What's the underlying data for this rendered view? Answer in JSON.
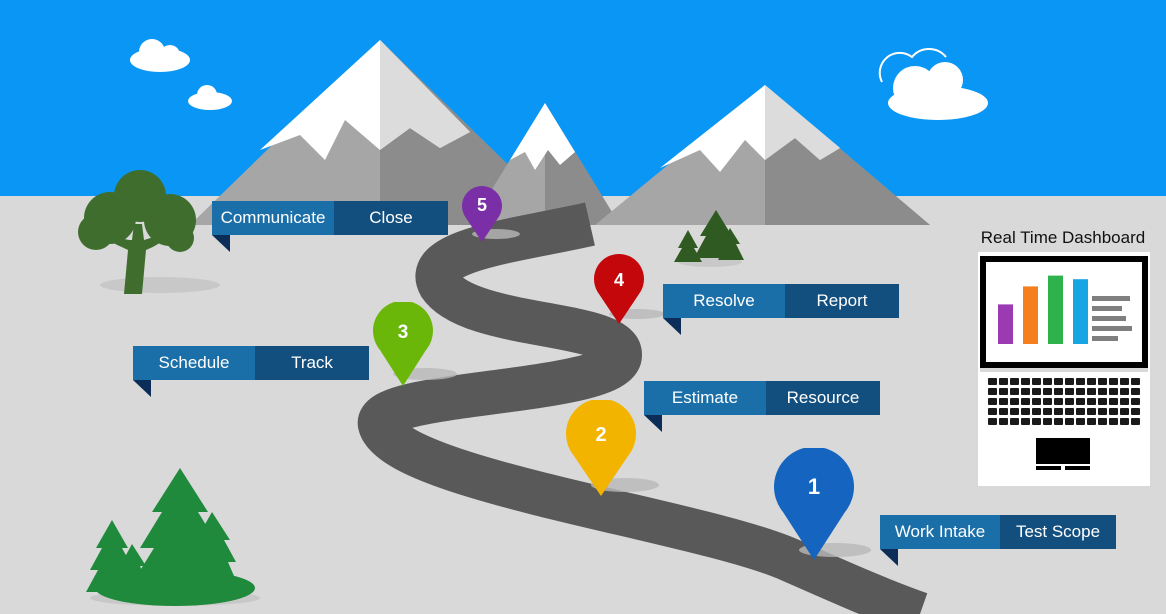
{
  "colors": {
    "sky": "#0a96f4",
    "ground": "#d9d9d9",
    "road": "#595959",
    "banner_left": "#1b6fa8",
    "banner_right": "#134f7e",
    "banner_fold": "#0b2d57",
    "pin_1": "#1565c0",
    "pin_2": "#f3b400",
    "pin_3": "#6ab70a",
    "pin_4": "#c4070b",
    "pin_5": "#7a2fa6",
    "dash_bar_1": "#9b3ab3",
    "dash_bar_2": "#f57f1f",
    "dash_bar_3": "#2fb24b",
    "dash_bar_4": "#16a6e3",
    "tree_dark": "#3f6d2d",
    "tree_green": "#1f8a3c"
  },
  "stages": [
    {
      "number": "1",
      "left": "Work Intake",
      "right": "Test Scope"
    },
    {
      "number": "2",
      "left": "Estimate",
      "right": "Resource"
    },
    {
      "number": "3",
      "left": "Schedule",
      "right": "Track"
    },
    {
      "number": "4",
      "left": "Resolve",
      "right": "Report"
    },
    {
      "number": "5",
      "left": "Communicate",
      "right": "Close"
    }
  ],
  "dashboard": {
    "title": "Real Time Dashboard",
    "icon": "laptop-chart-icon",
    "bars": [
      0.55,
      0.8,
      0.95,
      0.9
    ]
  }
}
